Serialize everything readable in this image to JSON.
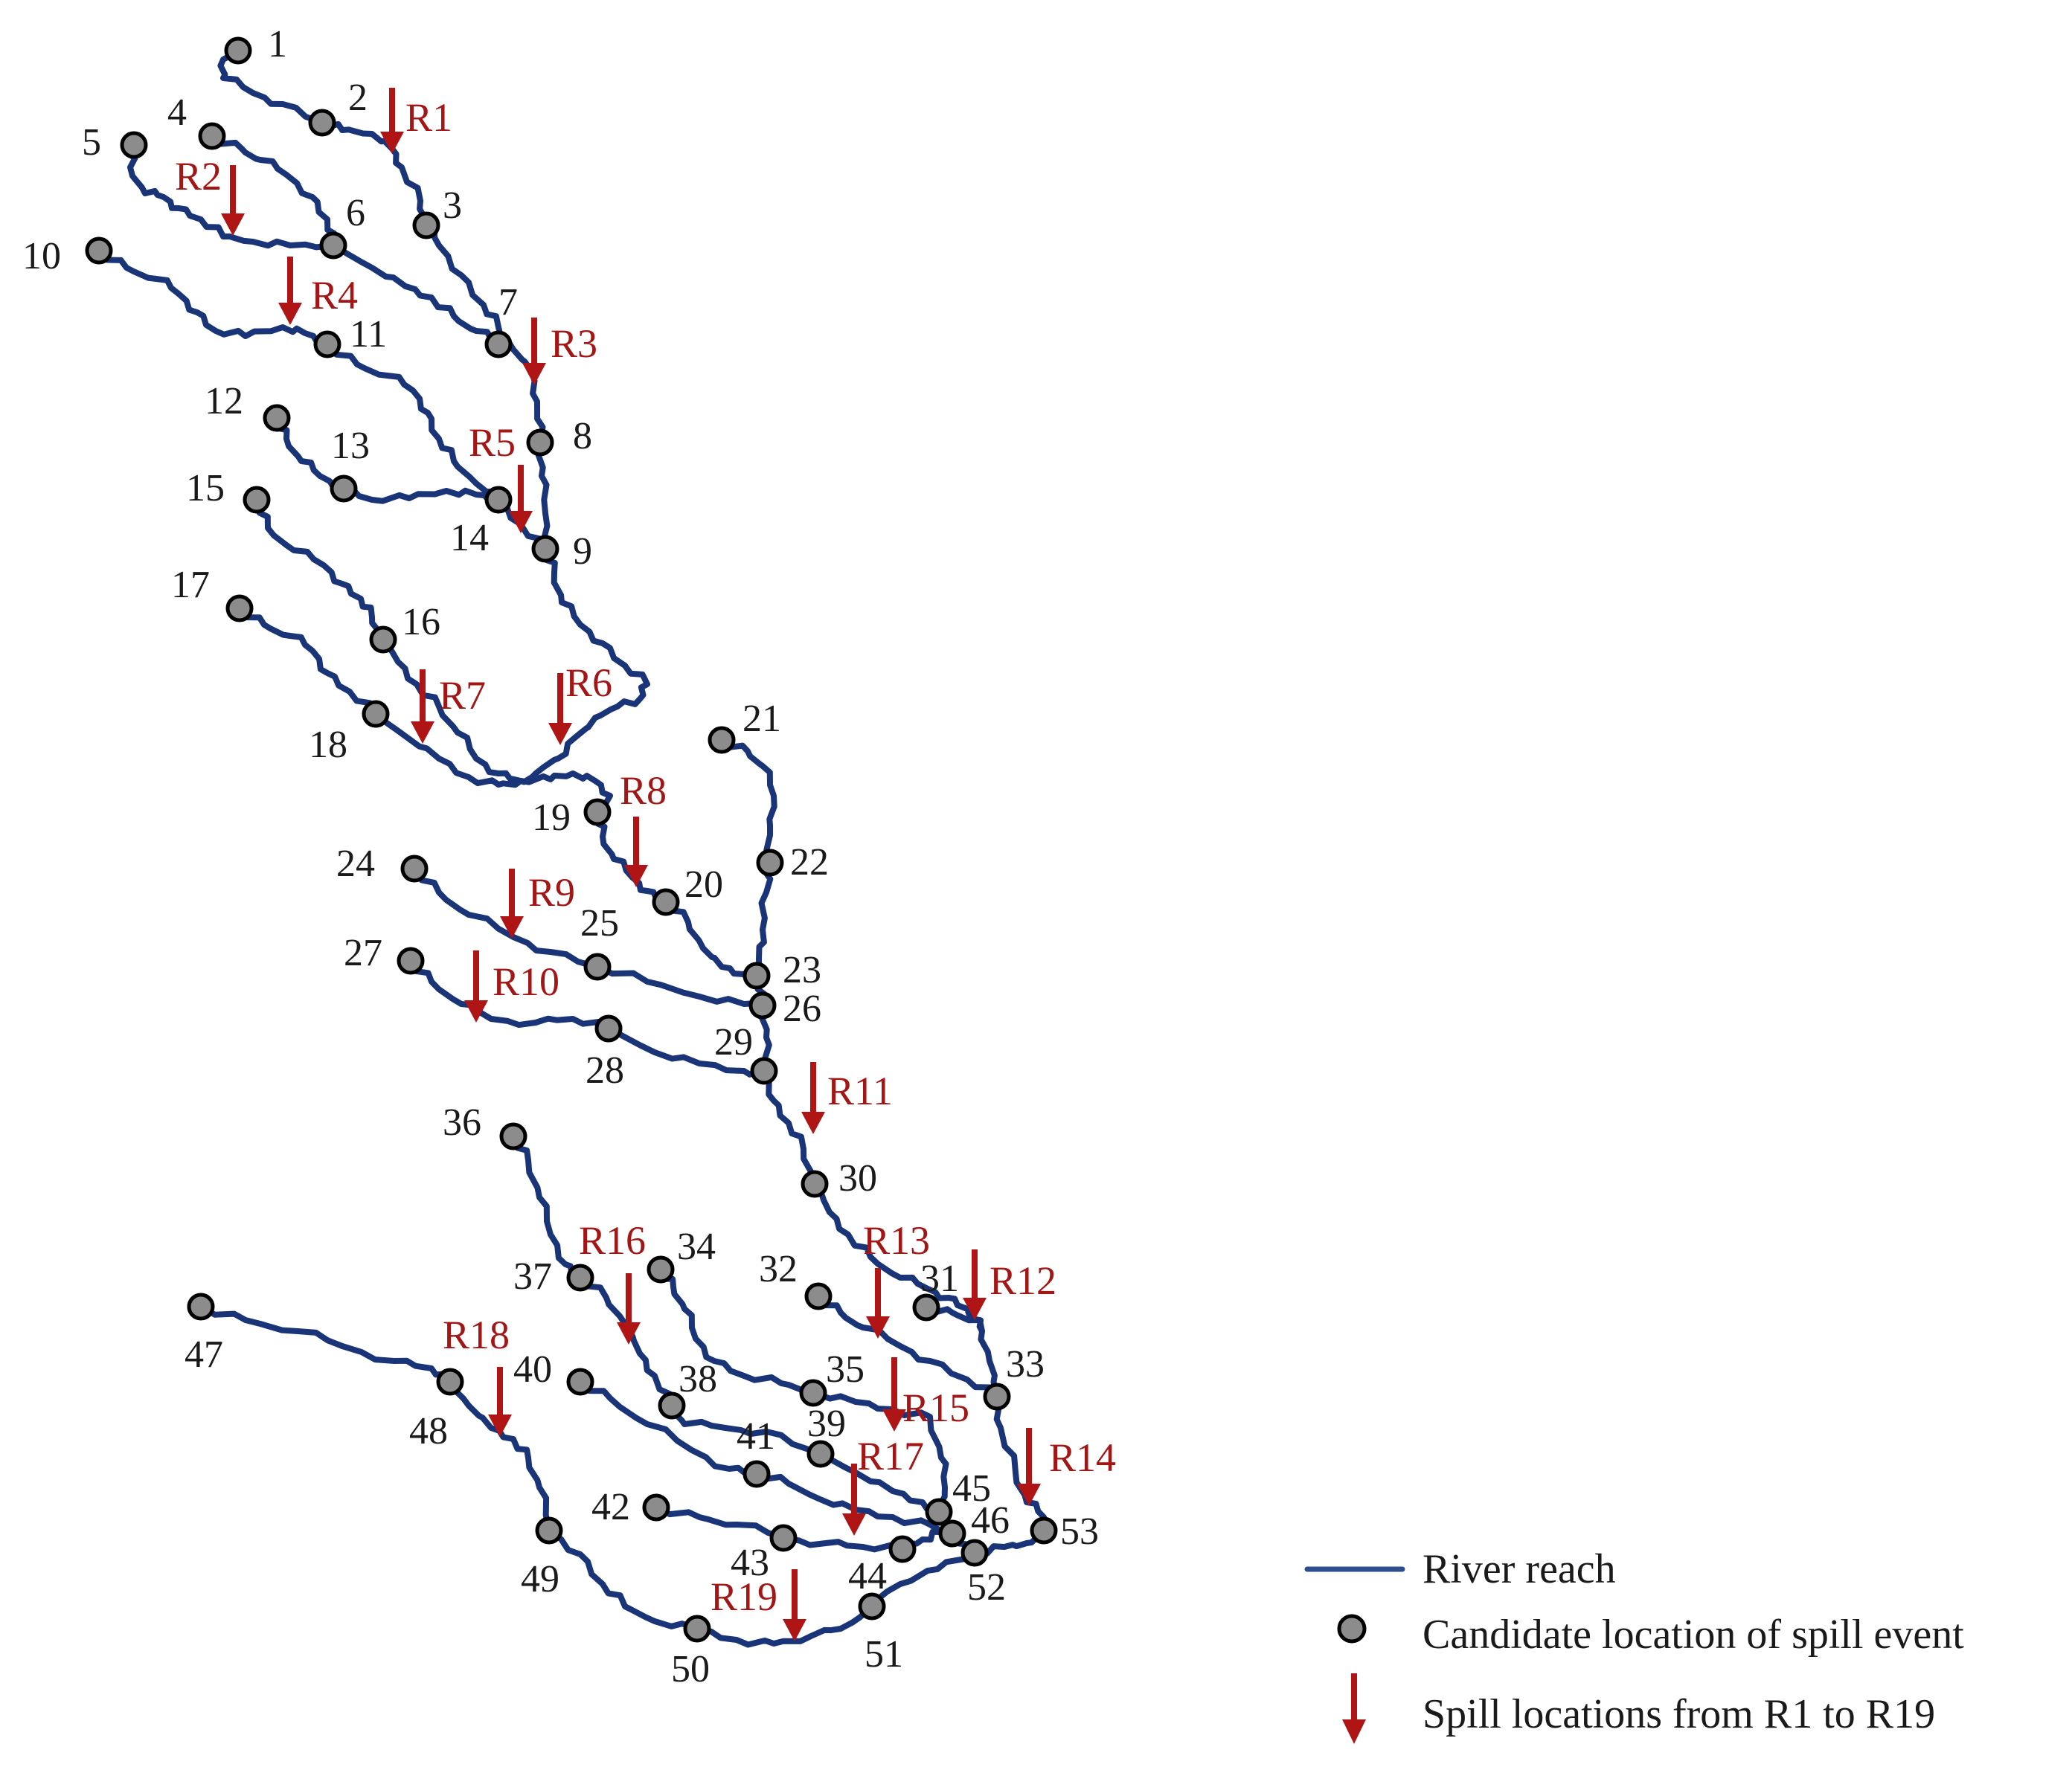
{
  "legend": {
    "river_reach": "River reach",
    "candidate": "Candidate location of spill event",
    "spill": "Spill locations from R1 to R19"
  },
  "colors": {
    "river": "#1a3478",
    "node_fill": "#8c8c8c",
    "spill": "#b01515"
  },
  "nodes": [
    "1",
    "2",
    "3",
    "4",
    "5",
    "6",
    "7",
    "8",
    "9",
    "10",
    "11",
    "12",
    "13",
    "14",
    "15",
    "16",
    "17",
    "18",
    "19",
    "20",
    "21",
    "22",
    "23",
    "24",
    "25",
    "26",
    "27",
    "28",
    "29",
    "30",
    "31",
    "32",
    "33",
    "34",
    "35",
    "36",
    "37",
    "38",
    "39",
    "40",
    "41",
    "42",
    "43",
    "44",
    "45",
    "46",
    "47",
    "48",
    "49",
    "50",
    "51",
    "52",
    "53"
  ],
  "spills": [
    "R1",
    "R2",
    "R3",
    "R4",
    "R5",
    "R6",
    "R7",
    "R8",
    "R9",
    "R10",
    "R11",
    "R12",
    "R13",
    "R14",
    "R15",
    "R16",
    "R17",
    "R18",
    "R19"
  ]
}
